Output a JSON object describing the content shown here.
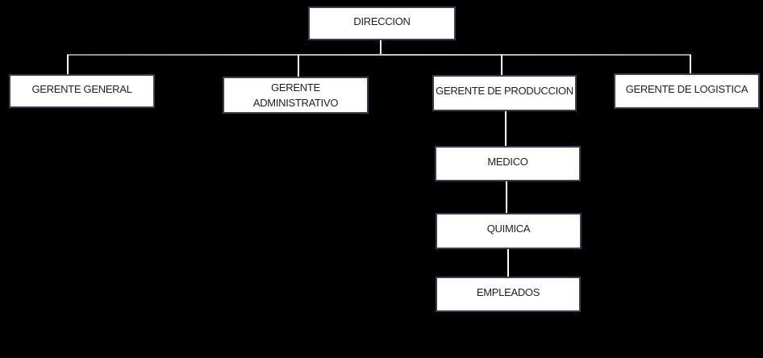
{
  "diagram": {
    "type": "org-chart",
    "nodes": [
      {
        "id": "direccion",
        "label": "DIRECCION",
        "parent": null
      },
      {
        "id": "gerente-general",
        "label": "GERENTE GENERAL",
        "parent": "direccion"
      },
      {
        "id": "gerente-administrativo",
        "label": "GERENTE ADMINISTRATIVO",
        "parent": "direccion"
      },
      {
        "id": "gerente-de-produccion",
        "label": "GERENTE DE PRODUCCION",
        "parent": "direccion"
      },
      {
        "id": "gerente-de-logistica",
        "label": "GERENTE DE LOGISTICA",
        "parent": "direccion"
      },
      {
        "id": "medico",
        "label": "MEDICO",
        "parent": "gerente-de-produccion"
      },
      {
        "id": "quimica",
        "label": "QUIMICA",
        "parent": "medico"
      },
      {
        "id": "empleados",
        "label": "EMPLEADOS",
        "parent": "quimica"
      }
    ],
    "edges": [
      {
        "from": "direccion",
        "to": "gerente-general"
      },
      {
        "from": "direccion",
        "to": "gerente-administrativo"
      },
      {
        "from": "direccion",
        "to": "gerente-de-produccion"
      },
      {
        "from": "direccion",
        "to": "gerente-de-logistica"
      },
      {
        "from": "gerente-de-produccion",
        "to": "medico"
      },
      {
        "from": "medico",
        "to": "quimica"
      },
      {
        "from": "quimica",
        "to": "empleados"
      }
    ],
    "colors": {
      "canvas_background": "#000000",
      "node_fill": "#ffffff",
      "node_border": "#364051",
      "node_text": "#1f1f1f",
      "connector_vertical": "#ffffff",
      "connector_horizontal": "#9a9a9a"
    }
  }
}
